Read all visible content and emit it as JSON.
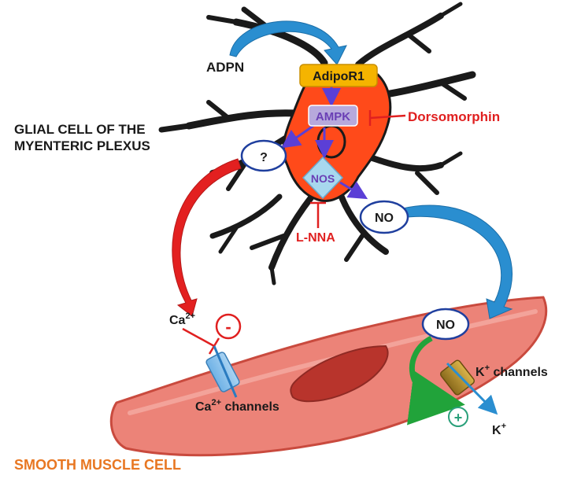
{
  "labels": {
    "adpn": "ADPN",
    "adipor1": "AdipoR1",
    "ampk": "AMPK",
    "dorsomorphin": "Dorsomorphin",
    "glial_line1": "GLIAL CELL OF THE",
    "glial_line2": "MYENTERIC PLEXUS",
    "question": "?",
    "nos": "NOS",
    "no_glia": "NO",
    "lnna": "L-NNA",
    "ca_ion": "Ca",
    "ca_ion_sup": "2+",
    "minus": "-",
    "no_muscle": "NO",
    "k_channels": "K",
    "k_channels_sup": "+",
    "k_channels_rest": " channels",
    "ca_channels": "Ca",
    "ca_channels_sup": "2+",
    "ca_channels_rest": " channels",
    "plus": "+",
    "k_ion": "K",
    "k_ion_sup": "+",
    "smooth_muscle": "SMOOTH MUSCLE CELL"
  },
  "colors": {
    "red_label": "#e02020",
    "orange_title": "#e87722",
    "adipor_fill": "#f5b400",
    "ampk_fill": "#b7a9dc",
    "purple_text": "#6a3fb5",
    "blue_ring": "#1f3f9e",
    "arrow_blue": "#2a8ed0",
    "arrow_red": "#e32020",
    "arrow_green": "#21a33a",
    "cell_body": "#ff4a1a",
    "muscle_fill": "#ec8378",
    "plus_green": "#2aa07a"
  }
}
